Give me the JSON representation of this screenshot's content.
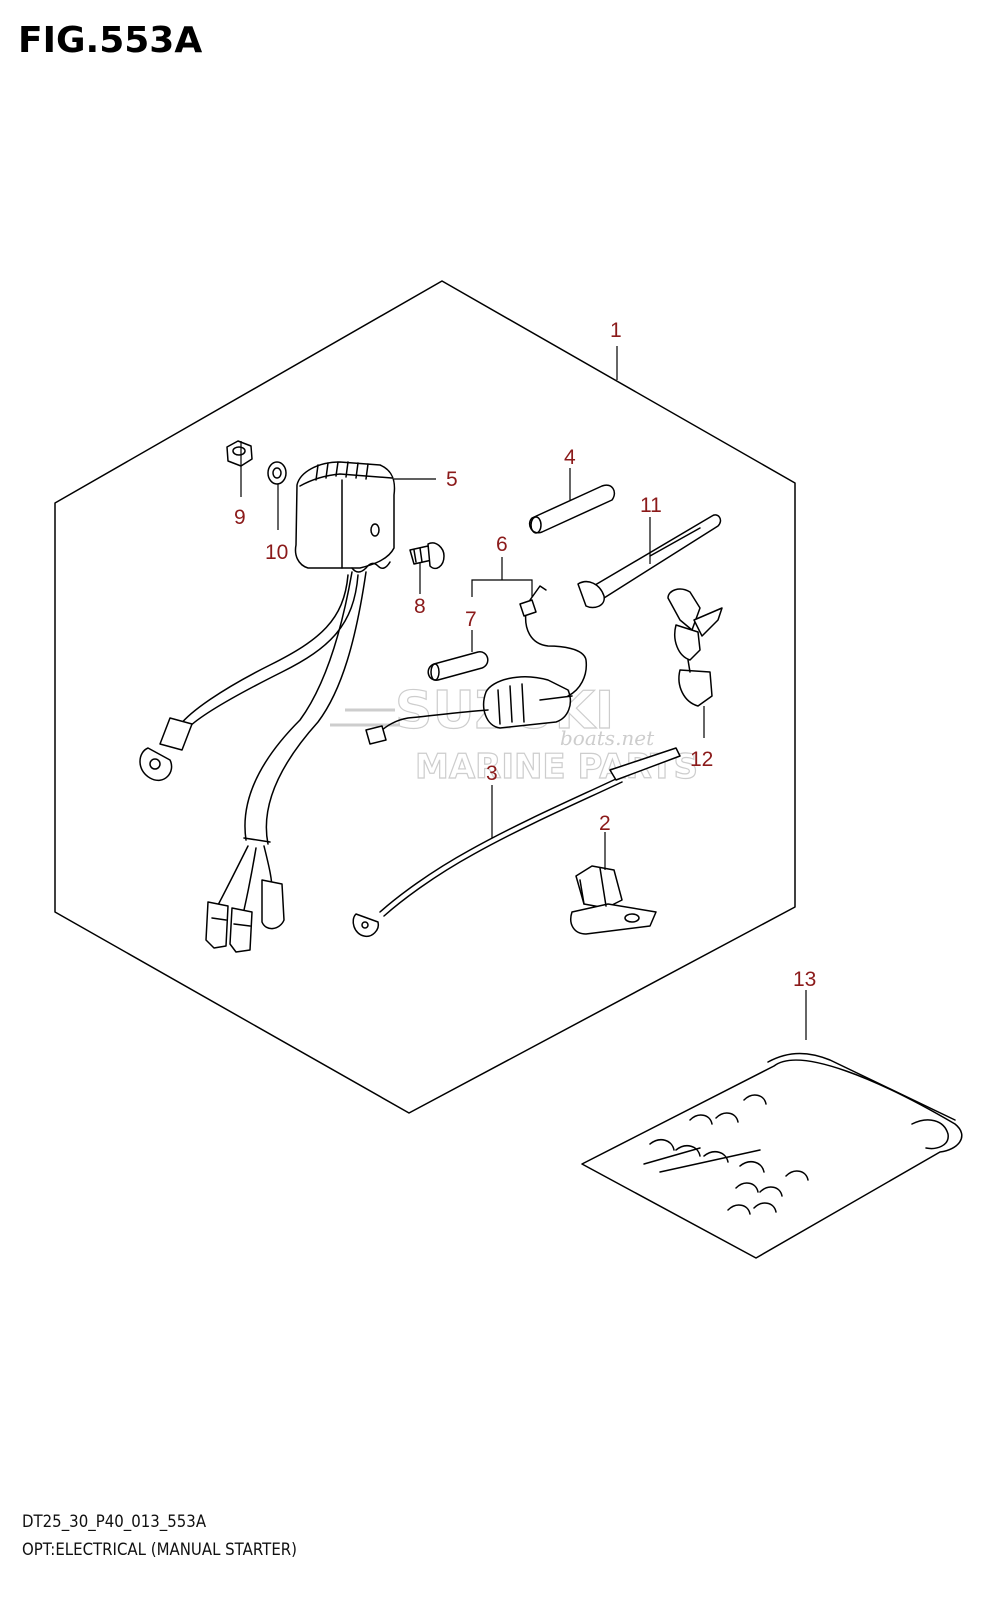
{
  "figure": {
    "title": "FIG.553A",
    "code": "DT25_30_P40_013_553A",
    "caption": "OPT:ELECTRICAL (MANUAL STARTER)"
  },
  "watermark": {
    "brand": "SUZUKI",
    "subtitle": "MARINE PARTS",
    "script": "boats.net"
  },
  "callouts": [
    {
      "id": "1",
      "label": "1"
    },
    {
      "id": "2",
      "label": "2"
    },
    {
      "id": "3",
      "label": "3"
    },
    {
      "id": "4",
      "label": "4"
    },
    {
      "id": "5",
      "label": "5"
    },
    {
      "id": "6",
      "label": "6"
    },
    {
      "id": "7",
      "label": "7"
    },
    {
      "id": "8",
      "label": "8"
    },
    {
      "id": "9",
      "label": "9"
    },
    {
      "id": "10",
      "label": "10"
    },
    {
      "id": "11",
      "label": "11"
    },
    {
      "id": "12",
      "label": "12"
    },
    {
      "id": "13",
      "label": "13"
    }
  ],
  "colors": {
    "callout": "#8b1a1a",
    "line": "#000000",
    "watermark": "#c8c8c8"
  }
}
